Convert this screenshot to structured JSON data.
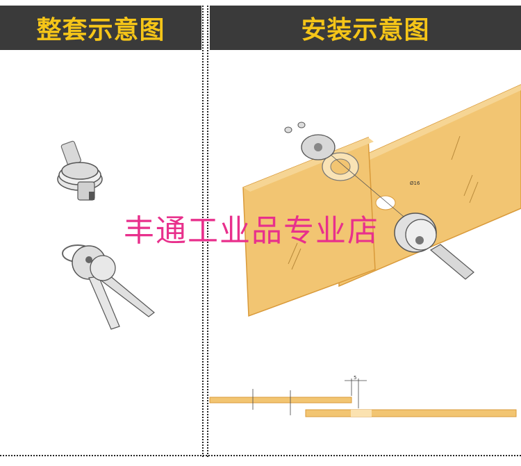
{
  "headers": {
    "left": "整套示意图",
    "right": "安装示意图"
  },
  "watermark": "丰通工业品专业店",
  "diagram": {
    "hole_label": "Ø16",
    "dim_top": "5"
  },
  "colors": {
    "header_bg": "#3a3a3a",
    "header_text": "#f5c518",
    "glass": "#f2c572",
    "glass_edge": "#e0a64a",
    "watermark": "#e8308c"
  },
  "icons": [
    "lock-cylinder-icon",
    "keys-icon",
    "glass-panel-icon",
    "screw-icon"
  ]
}
